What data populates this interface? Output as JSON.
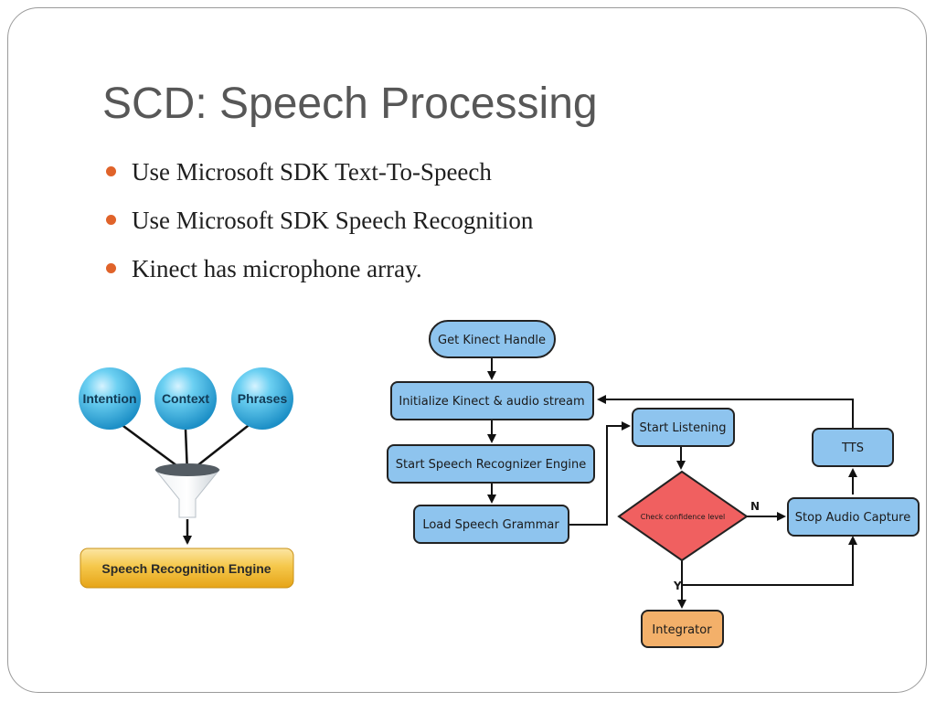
{
  "slide": {
    "title": "SCD: Speech Processing",
    "bullets": [
      "Use Microsoft SDK Text-To-Speech",
      "Use Microsoft SDK Speech Recognition",
      "Kinect has microphone array."
    ]
  },
  "funnel_diagram": {
    "inputs": [
      "Intention",
      "Context",
      "Phrases"
    ],
    "engine_label": "Speech Recognition Engine"
  },
  "flowchart": {
    "get_handle": "Get Kinect Handle",
    "init_stream": "Initialize Kinect & audio stream",
    "start_engine": "Start Speech Recognizer Engine",
    "load_grammar": "Load Speech Grammar",
    "start_listening": "Start Listening",
    "check_confidence": "Check confidence level",
    "stop_capture": "Stop Audio Capture",
    "tts": "TTS",
    "integrator": "Integrator",
    "label_no": "N",
    "label_yes": "Y"
  },
  "colors": {
    "accent": "#e0632a",
    "process_box": "#8ec4ee",
    "decision": "#f06060",
    "terminal": "#f3b06a",
    "engine_bar": "#f2b62e",
    "sphere": "#2ea8d6"
  }
}
